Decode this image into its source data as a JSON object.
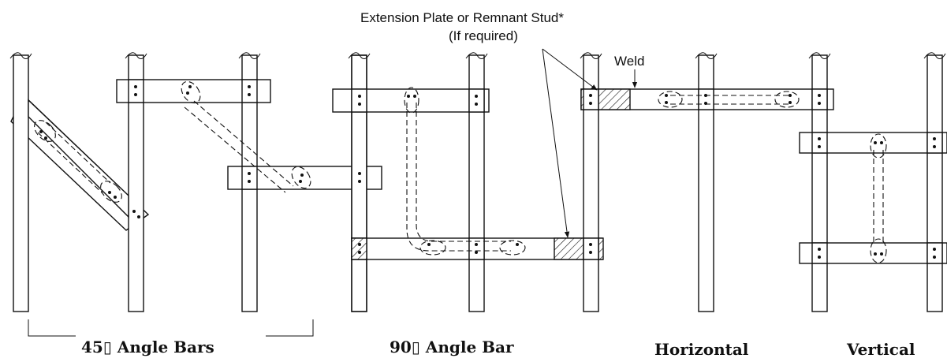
{
  "colors": {
    "ink": "#111111",
    "background": "#ffffff"
  },
  "callouts": {
    "extension_plate": "Extension Plate or Remnant Stud*",
    "if_required": "(If required)",
    "weld": "Weld"
  },
  "groups": {
    "angle_45": "45▯ Angle Bars",
    "angle_90": "90▯ Angle Bar",
    "horizontal": "Horizontal",
    "vertical": "Vertical"
  }
}
